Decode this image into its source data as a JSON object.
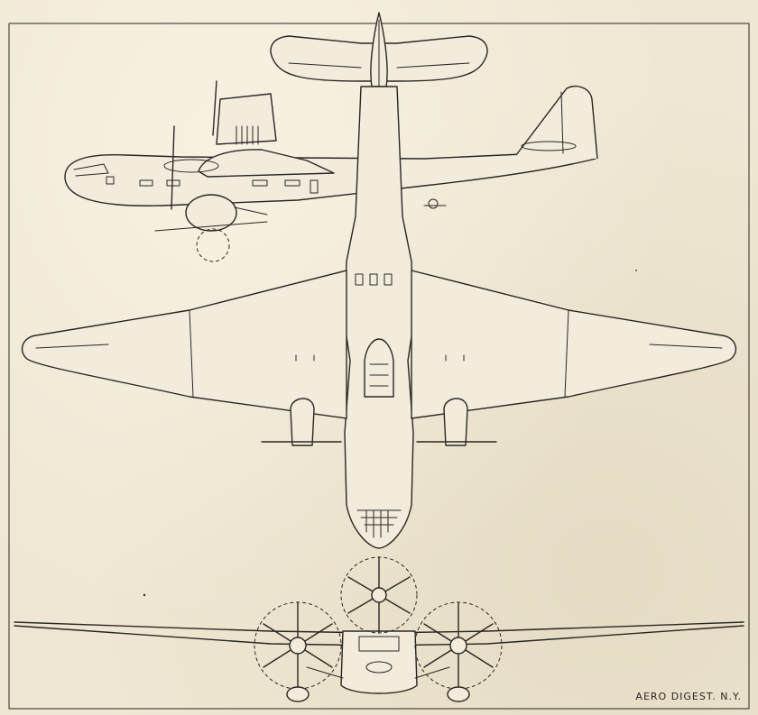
{
  "drawing": {
    "credit": "AERO DIGEST. N.Y.",
    "views": [
      "side",
      "top",
      "front"
    ],
    "line_color": "#2a2622",
    "paper_color": "#efe7d3"
  }
}
